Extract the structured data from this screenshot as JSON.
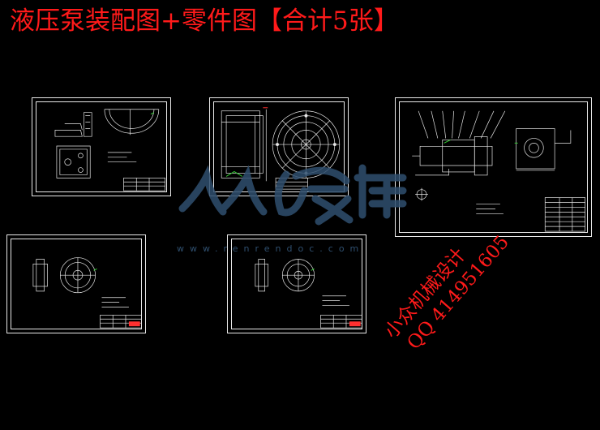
{
  "title": "液压泵装配图+零件图【合计5张】",
  "colors": {
    "background": "#000000",
    "title": "#ff1a1a",
    "line": "#e8e8e8",
    "watermark": "#2f4f6f",
    "stamp": "#ff1a1a",
    "cad_green": "#33cc33",
    "cad_red": "#ff3030"
  },
  "sheets": [
    {
      "id": "sheet-1",
      "subject": "pump-housing-views"
    },
    {
      "id": "sheet-2",
      "subject": "section-and-end-plate"
    },
    {
      "id": "sheet-3",
      "subject": "assembly-drawing"
    },
    {
      "id": "sheet-4",
      "subject": "gear-part-drawing"
    },
    {
      "id": "sheet-5",
      "subject": "gear-part-drawing"
    }
  ],
  "watermark": {
    "text": "人人文库",
    "url": "www.renrendoc.com"
  },
  "stamp": {
    "line1": "小众机械设计",
    "line2": "QQ 414951605"
  }
}
